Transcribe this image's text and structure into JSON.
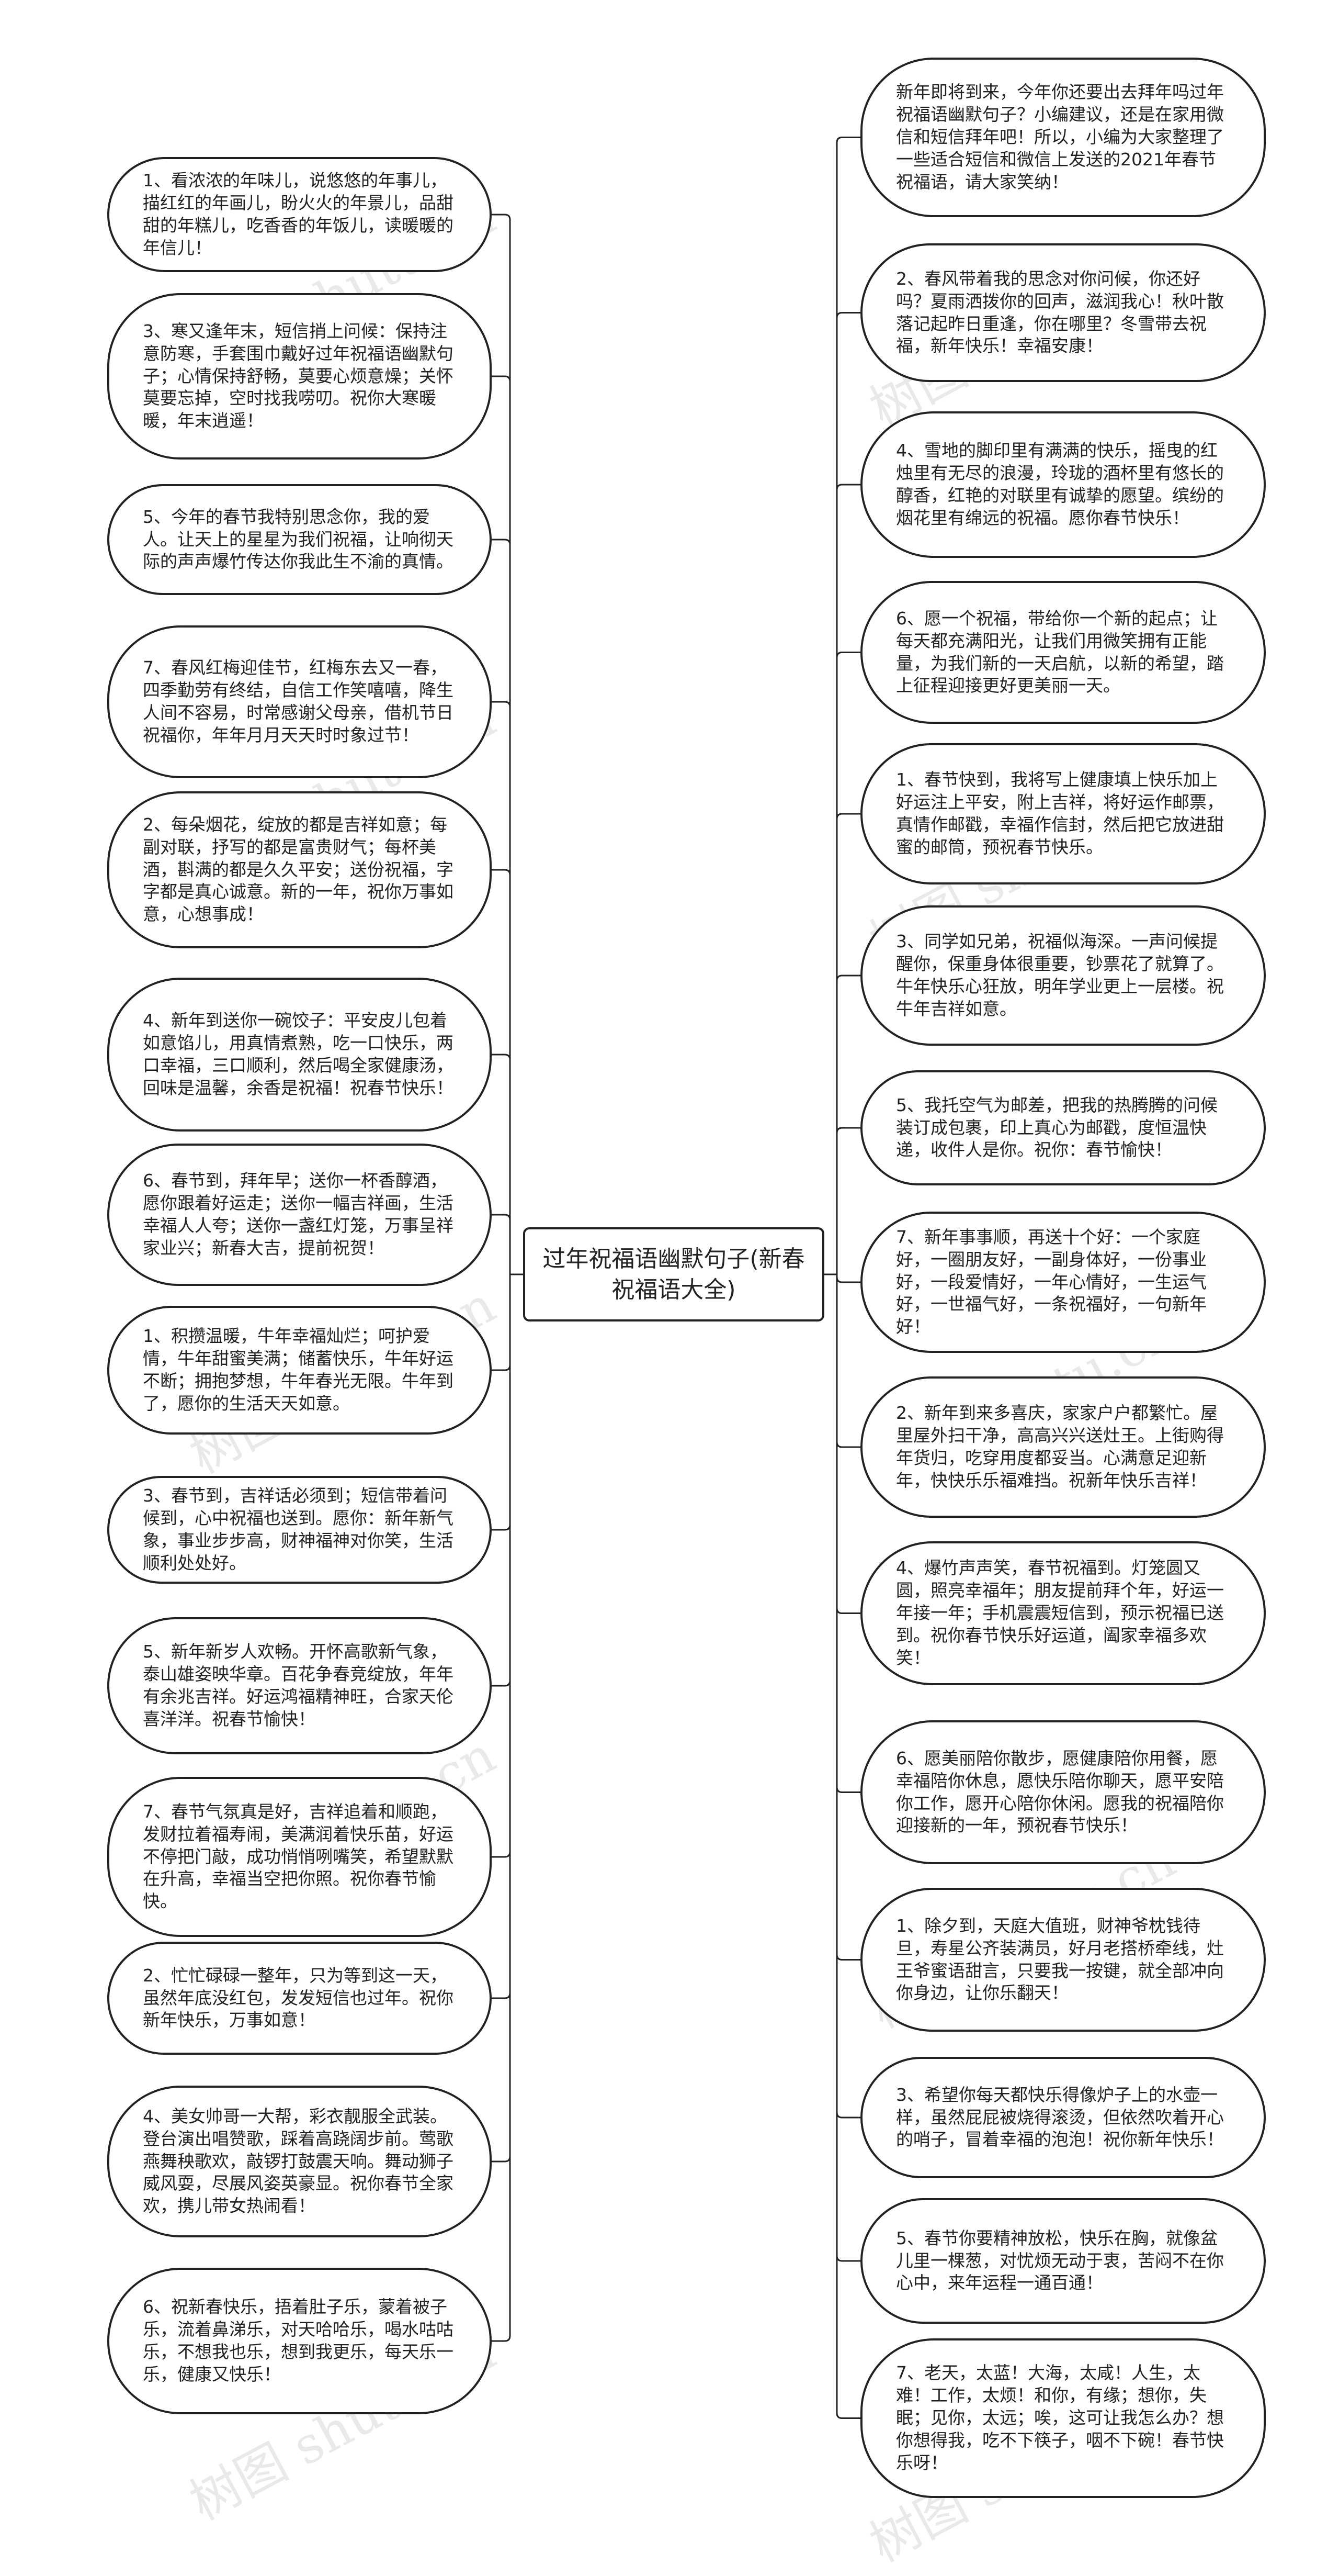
{
  "center": {
    "title": "过年祝福语幽默句子(新春祝福语大全)"
  },
  "watermark": "树图 shutu.cn",
  "colors": {
    "line": "#222222",
    "border": "#222222",
    "background": "#ffffff"
  },
  "left_nodes": [
    "1、看浓浓的年味儿，说悠悠的年事儿，描红红的年画儿，盼火火的年景儿，品甜甜的年糕儿，吃香香的年饭儿，读暖暖的年信儿！",
    "3、寒又逢年末，短信捎上问候：保持注意防寒，手套围巾戴好过年祝福语幽默句子；心情保持舒畅，莫要心烦意燥；关怀莫要忘掉，空时找我唠叨。祝你大寒暖暖，年末逍遥！",
    "5、今年的春节我特别思念你，我的爱人。让天上的星星为我们祝福，让响彻天际的声声爆竹传达你我此生不渝的真情。",
    "7、春风红梅迎佳节，红梅东去又一春，四季勤劳有终结，自信工作笑嘻嘻，降生人间不容易，时常感谢父母亲，借机节日祝福你，年年月月天天时时象过节！",
    "2、每朵烟花，绽放的都是吉祥如意；每副对联，抒写的都是富贵财气；每杯美酒，斟满的都是久久平安；送份祝福，字字都是真心诚意。新的一年，祝你万事如意，心想事成！",
    "4、新年到送你一碗饺子：平安皮儿包着如意馅儿，用真情煮熟，吃一口快乐，两口幸福，三口顺利，然后喝全家健康汤，回味是温馨，余香是祝福！祝春节快乐！",
    "6、春节到，拜年早；送你一杯香醇酒，愿你跟着好运走；送你一幅吉祥画，生活幸福人人夸；送你一盏红灯笼，万事呈祥家业兴；新春大吉，提前祝贺！",
    "1、积攒温暖，牛年幸福灿烂；呵护爱情，牛年甜蜜美满；储蓄快乐，牛年好运不断；拥抱梦想，牛年春光无限。牛年到了，愿你的生活天天如意。",
    "3、春节到，吉祥话必须到；短信带着问候到，心中祝福也送到。愿你：新年新气象，事业步步高，财神福神对你笑，生活顺利处处好。",
    "5、新年新岁人欢畅。开怀高歌新气象，泰山雄姿映华章。百花争春竞绽放，年年有余兆吉祥。好运鸿福精神旺，合家天伦喜洋洋。祝春节愉快！",
    "7、春节气氛真是好，吉祥追着和顺跑，发财拉着福寿闹，美满润着快乐苗，好运不停把门敲，成功悄悄咧嘴笑，希望默默在升高，幸福当空把你照。祝你春节愉快。",
    "2、忙忙碌碌一整年，只为等到这一天，虽然年底没红包，发发短信也过年。祝你新年快乐，万事如意！",
    "4、美女帅哥一大帮，彩衣靓服全武装。登台演出唱赞歌，踩着高跷阔步前。莺歌燕舞秧歌欢，敲锣打鼓震天响。舞动狮子威风耍，尽展风姿英豪显。祝你春节全家欢，携儿带女热闹看！",
    "6、祝新春快乐，捂着肚子乐，蒙着被子乐，流着鼻涕乐，对天哈哈乐，喝水咕咕乐，不想我也乐，想到我更乐，每天乐一乐，健康又快乐！"
  ],
  "right_nodes": [
    "新年即将到来，今年你还要出去拜年吗过年祝福语幽默句子？小编建议，还是在家用微信和短信拜年吧！所以，小编为大家整理了一些适合短信和微信上发送的2021年春节祝福语，请大家笑纳！",
    "2、春风带着我的思念对你问候，你还好吗？夏雨洒拨你的回声，滋润我心！秋叶散落记起昨日重逢，你在哪里？冬雪带去祝福，新年快乐！幸福安康！",
    "4、雪地的脚印里有满满的快乐，摇曳的红烛里有无尽的浪漫，玲珑的酒杯里有悠长的醇香，红艳的对联里有诚挚的愿望。缤纷的烟花里有绵远的祝福。愿你春节快乐！",
    "6、愿一个祝福，带给你一个新的起点；让每天都充满阳光，让我们用微笑拥有正能量，为我们新的一天启航，以新的希望，踏上征程迎接更好更美丽一天。",
    "1、春节快到，我将写上健康填上快乐加上好运注上平安，附上吉祥，将好运作邮票，真情作邮戳，幸福作信封，然后把它放进甜蜜的邮筒，预祝春节快乐。",
    "3、同学如兄弟，祝福似海深。一声问候提醒你，保重身体很重要，钞票花了就算了。牛年快乐心狂放，明年学业更上一层楼。祝牛年吉祥如意。",
    "5、我托空气为邮差，把我的热腾腾的问候装订成包裹，印上真心为邮戳，度恒温快递，收件人是你。祝你：春节愉快！",
    "7、新年事事顺，再送十个好：一个家庭好，一圈朋友好，一副身体好，一份事业好，一段爱情好，一年心情好，一生运气好，一世福气好，一条祝福好，一句新年好！",
    "2、新年到来多喜庆，家家户户都繁忙。屋里屋外扫干净，高高兴兴送灶王。上街购得年货归，吃穿用度都妥当。心满意足迎新年，快快乐乐福难挡。祝新年快乐吉祥！",
    "4、爆竹声声笑，春节祝福到。灯笼圆又圆，照亮幸福年；朋友提前拜个年，好运一年接一年；手机震震短信到，预示祝福已送到。祝你春节快乐好运道，阖家幸福多欢笑！",
    "6、愿美丽陪你散步，愿健康陪你用餐，愿幸福陪你休息，愿快乐陪你聊天，愿平安陪你工作，愿开心陪你休闲。愿我的祝福陪你迎接新的一年，预祝春节快乐！",
    "1、除夕到，天庭大值班，财神爷枕钱待旦，寿星公齐装满员，好月老搭桥牵线，灶王爷蜜语甜言，只要我一按键，就全部冲向你身边，让你乐翻天！",
    "3、希望你每天都快乐得像炉子上的水壶一样，虽然屁屁被烧得滚烫，但依然吹着开心的哨子，冒着幸福的泡泡！祝你新年快乐！",
    "5、春节你要精神放松，快乐在胸，就像盆儿里一棵葱，对忧烦无动于衷，苦闷不在你心中，来年运程一通百通！",
    "7、老天，太蓝！大海，太咸！人生，太难！工作，太烦！和你，有缘；想你，失眠；见你，太远；唉，这可让我怎么办？想你想得我，吃不下筷子，咽不下碗！春节快乐呀！"
  ]
}
